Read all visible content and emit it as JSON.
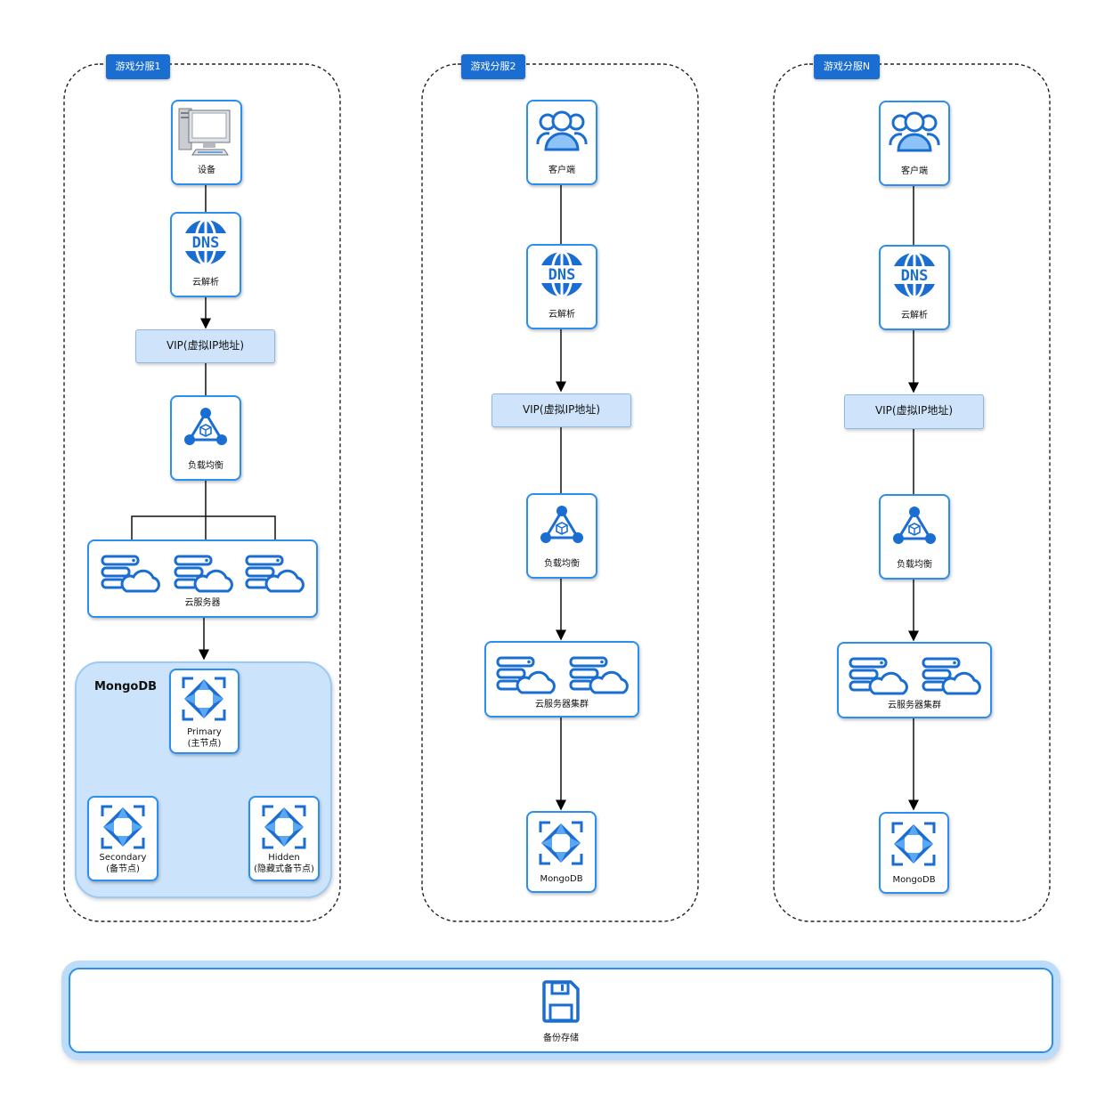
{
  "groups": {
    "g1": {
      "tag": "游戏分服1",
      "device": "设备",
      "dns": "云解析",
      "vip": "VIP(虚拟IP地址)",
      "lb": "负载均衡",
      "servers": "云服务器",
      "mongo": {
        "title": "MongoDB",
        "primary": [
          "Primary",
          "(主节点)"
        ],
        "secondary": [
          "Secondary",
          "(备节点)"
        ],
        "hidden": [
          "Hidden",
          "(隐藏式备节点)"
        ]
      }
    },
    "g2": {
      "tag": "游戏分服2",
      "client": "客户端",
      "dns": "云解析",
      "vip": "VIP(虚拟IP地址)",
      "lb": "负载均衡",
      "cluster": "云服务器集群",
      "db": "MongoDB"
    },
    "gN": {
      "tag": "游戏分服N",
      "client": "客户端",
      "dns": "云解析",
      "vip": "VIP(虚拟IP地址)",
      "lb": "负载均衡",
      "cluster": "云服务器集群",
      "db": "MongoDB"
    }
  },
  "backup": {
    "label": "备份存储"
  },
  "icons": {
    "device": "computer-icon",
    "dns": "dns-icon",
    "lb": "load-balancer-icon",
    "server": "cloud-server-icon",
    "mongo": "mongodb-icon",
    "client": "users-icon",
    "backup": "floppy-disk-icon"
  },
  "colors": {
    "accent": "#2b8ff0",
    "tag": "#1a6dd1",
    "vip_fill": "#cfe4fb",
    "mongo_area": "#cce4fb"
  }
}
